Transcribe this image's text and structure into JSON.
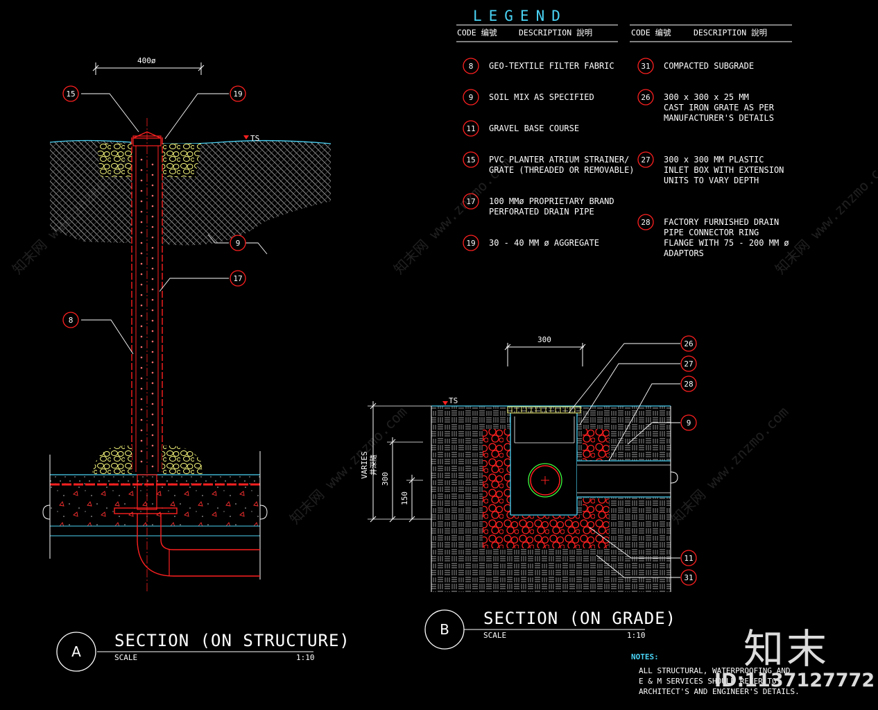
{
  "legend": {
    "title": "LEGEND",
    "col_headers": {
      "code": "CODE 编號",
      "description": "DESCRIPTION 說明"
    },
    "items": [
      {
        "code": "8",
        "text": "GEO-TEXTILE FILTER FABRIC"
      },
      {
        "code": "9",
        "text": "SOIL MIX AS SPECIFIED"
      },
      {
        "code": "11",
        "text": "GRAVEL BASE COURSE"
      },
      {
        "code": "15",
        "text": "PVC PLANTER ATRIUM STRAINER/\nGRATE (THREADED OR REMOVABLE)"
      },
      {
        "code": "17",
        "text": "100 MMø PROPRIETARY BRAND\nPERFORATED DRAIN PIPE"
      },
      {
        "code": "19",
        "text": "30 - 40 MM ø AGGREGATE"
      },
      {
        "code": "31",
        "text": "COMPACTED SUBGRADE"
      },
      {
        "code": "26",
        "text": "300 x 300 x 25 MM\nCAST IRON GRATE AS PER\nMANUFACTURER'S DETAILS"
      },
      {
        "code": "27",
        "text": "300 x 300 MM PLASTIC\nINLET BOX WITH EXTENSION\nUNITS TO VARY DEPTH"
      },
      {
        "code": "28",
        "text": "FACTORY FURNISHED DRAIN\nPIPE CONNECTOR RING\nFLANGE WITH 75 - 200 MM ø\nADAPTORS"
      }
    ]
  },
  "section_a": {
    "letter": "A",
    "title": "SECTION (ON STRUCTURE)",
    "scale_label": "SCALE",
    "scale": "1:10",
    "dimension": "400ø",
    "level_tag": "TS",
    "callouts": [
      "15",
      "19",
      "9",
      "17",
      "8"
    ]
  },
  "section_b": {
    "letter": "B",
    "title": "SECTION (ON GRADE)",
    "scale_label": "SCALE",
    "scale": "1:10",
    "dimension": "300",
    "level_tag": "TS",
    "dim_varies": "VARIES",
    "dim_varies_sub": "井深隨",
    "dim_300": "300",
    "dim_150": "150",
    "callouts": [
      "26",
      "27",
      "28",
      "9",
      "11",
      "31"
    ]
  },
  "notes": {
    "heading": "NOTES:",
    "body": "ALL STRUCTURAL, WATERPROOFING AND\nE & M SERVICES SHOULD REFER TO\nARCHITECT'S AND ENGINEER'S DETAILS."
  },
  "watermark": {
    "text": "知末网 www.znzmo.com",
    "logo": "知末",
    "id": "ID:1137127772"
  },
  "colors": {
    "cyan": "#4ad3f5",
    "red": "#ff2020",
    "yellow": "#ffff80",
    "green": "#40ff40",
    "white": "#ffffff"
  }
}
